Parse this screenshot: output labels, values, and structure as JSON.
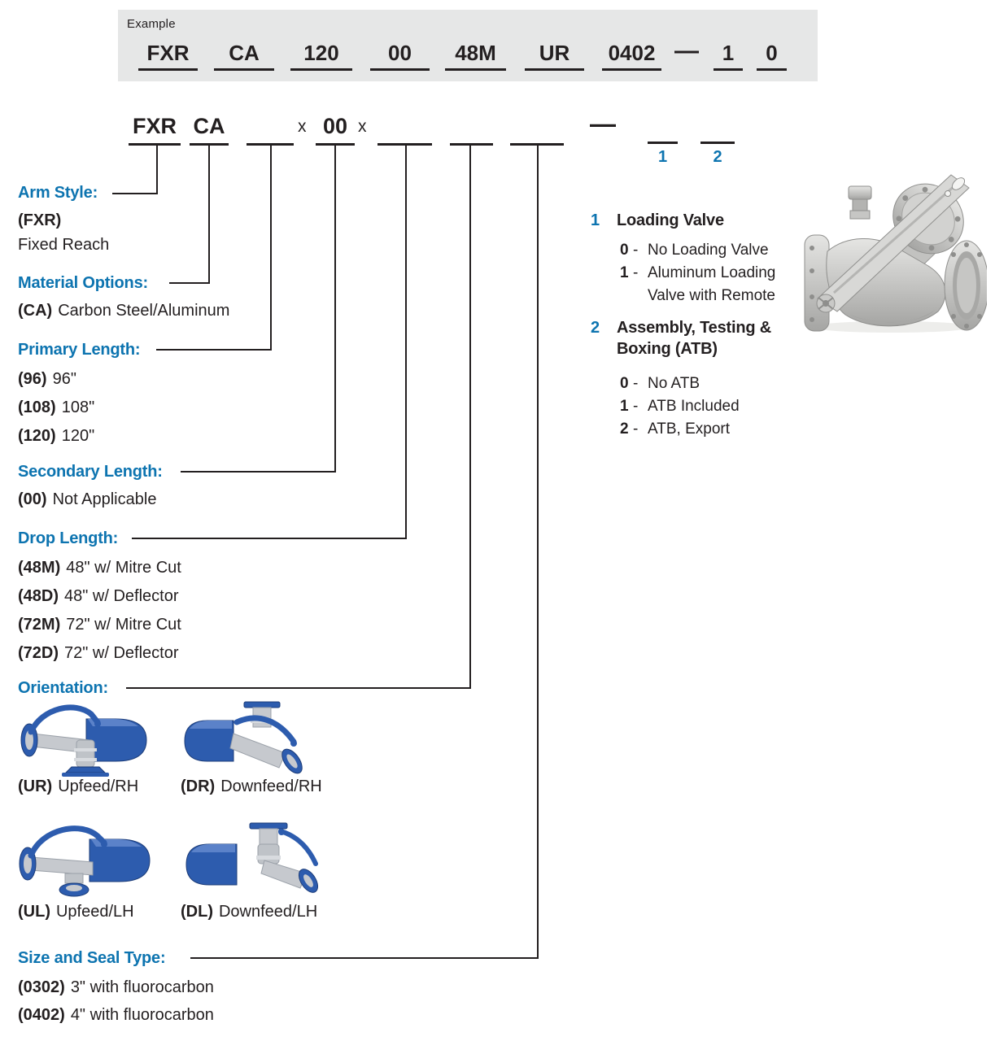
{
  "colors": {
    "accent_blue": "#0d74b0",
    "line_black": "#231f20",
    "example_box_bg": "#e6e7e7",
    "arm_blue": "#2d5cae",
    "pipe_gray": "#c6c9ce",
    "valve_metal": "#c6c6c4"
  },
  "example": {
    "title": "Example",
    "codes": [
      "FXR",
      "CA",
      "120",
      "00",
      "48M",
      "UR",
      "0402",
      "—",
      "1",
      "0"
    ]
  },
  "template": {
    "code1": "FXR",
    "code2": "CA",
    "x1": "x",
    "code3": "00",
    "x2": "x",
    "dash": "—",
    "ref1": "1",
    "ref2": "2"
  },
  "sections": [
    {
      "label": "Arm Style:",
      "lines": [
        {
          "code": "(FXR)",
          "text": ""
        },
        {
          "code": "",
          "text": "Fixed Reach"
        }
      ]
    },
    {
      "label": "Material Options:",
      "lines": [
        {
          "code": "(CA)",
          "text": "Carbon Steel/Aluminum"
        }
      ]
    },
    {
      "label": "Primary Length:",
      "lines": [
        {
          "code": "(96)",
          "text": "96\""
        },
        {
          "code": "(108)",
          "text": "108\""
        },
        {
          "code": "(120)",
          "text": "120\""
        }
      ]
    },
    {
      "label": "Secondary Length:",
      "lines": [
        {
          "code": "(00)",
          "text": "Not Applicable"
        }
      ]
    },
    {
      "label": "Drop Length:",
      "lines": [
        {
          "code": "(48M)",
          "text": "48\" w/ Mitre Cut"
        },
        {
          "code": "(48D)",
          "text": "48\" w/ Deflector"
        },
        {
          "code": "(72M)",
          "text": "72\" w/ Mitre Cut"
        },
        {
          "code": "(72D)",
          "text": "72\" w/ Deflector"
        }
      ]
    },
    {
      "label": "Orientation:",
      "lines": []
    },
    {
      "label": "Size and Seal Type:",
      "lines": [
        {
          "code": "(0302)",
          "text": "3\" with fluorocarbon"
        },
        {
          "code": "(0402)",
          "text": "4\" with fluorocarbon"
        }
      ]
    }
  ],
  "orientations": [
    {
      "code": "(UR)",
      "text": "Upfeed/RH"
    },
    {
      "code": "(DR)",
      "text": "Downfeed/RH"
    },
    {
      "code": "(UL)",
      "text": "Upfeed/LH"
    },
    {
      "code": "(DL)",
      "text": "Downfeed/LH"
    }
  ],
  "right_sections": [
    {
      "num": "1",
      "title": "Loading Valve",
      "options": [
        {
          "code": "0",
          "sep": "-",
          "text": "No Loading Valve"
        },
        {
          "code": "1",
          "sep": "-",
          "text": "Aluminum Loading Valve with Remote"
        }
      ]
    },
    {
      "num": "2",
      "title": "Assembly, Testing & Boxing (ATB)",
      "options": [
        {
          "code": "0",
          "sep": "-",
          "text": "No ATB"
        },
        {
          "code": "1",
          "sep": "-",
          "text": "ATB Included"
        },
        {
          "code": "2",
          "sep": "-",
          "text": "ATB, Export"
        }
      ]
    }
  ],
  "images": {
    "valve_photo": "y-pattern-loading-valve-photo",
    "orientation_ur": "loading-arm-upfeed-right-render",
    "orientation_dr": "loading-arm-downfeed-right-render",
    "orientation_ul": "loading-arm-upfeed-left-render",
    "orientation_dl": "loading-arm-downfeed-left-render"
  }
}
